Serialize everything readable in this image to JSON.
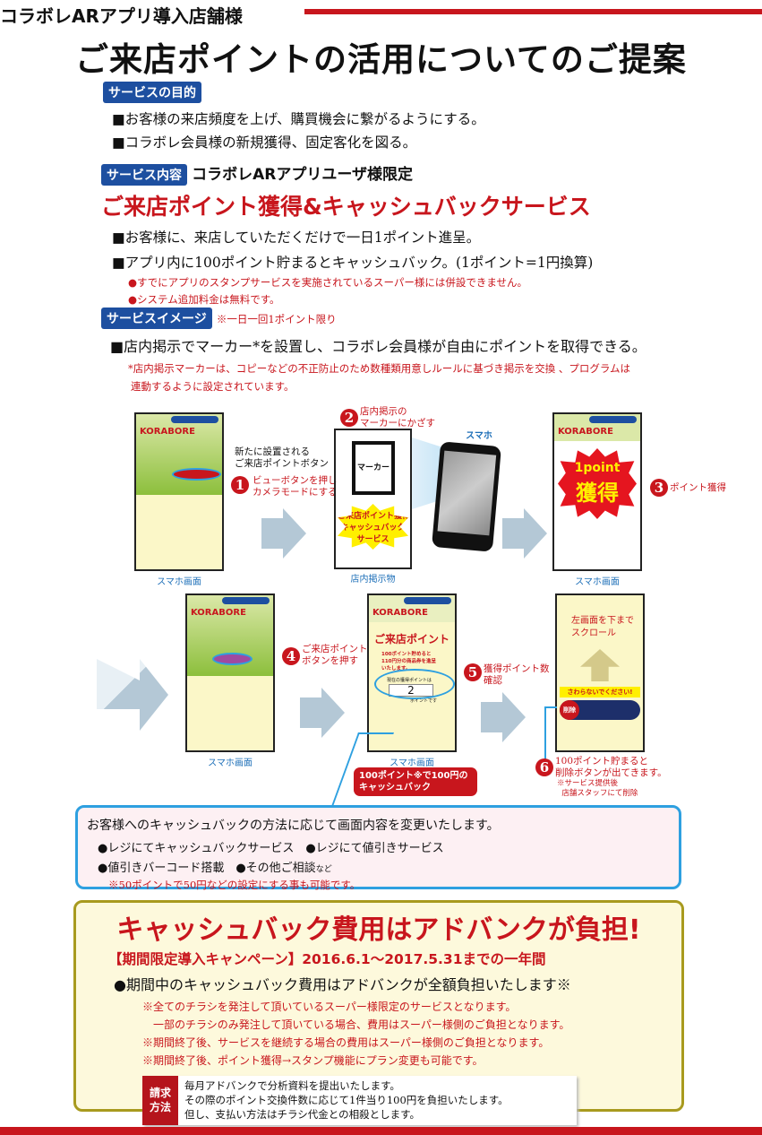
{
  "header": {
    "subtitle": "コラボレARアプリ導入店舗様",
    "title": "ご来店ポイントの活用についてのご提案"
  },
  "purpose": {
    "tag": "サービスの目的",
    "items": [
      "■お客様の来店頻度を上げ、購買機会に繋がるようにする。",
      "■コラボレ会員様の新規獲得、固定客化を図る。"
    ]
  },
  "content": {
    "tag": "サービス内容",
    "tag_text": "コラボレARアプリユーザ様限定",
    "service_title": "ご来店ポイント獲得&キャッシュバックサービス",
    "items": [
      "■お客様に、来店していただくだけで一日1ポイント進呈。",
      "■アプリ内に100ポイント貯まるとキャッシュバック。(1ポイント=1円換算)"
    ],
    "notes": [
      "●すでにアプリのスタンプサービスを実施されているスーパー様には併設できません。",
      "●システム追加料金は無料です。"
    ]
  },
  "image": {
    "tag": "サービスイメージ",
    "tag_note": "※一日一回1ポイント限り",
    "item": "■店内掲示でマーカー*を設置し、コラボレ会員様が自由にポイントを取得できる。",
    "note1": "*店内掲示マーカーは、コピーなどの不正防止のため数種類用意しルールに基づき掲示を交換 、プログラムは",
    "note2": "連動するように設定されています。"
  },
  "diagram": {
    "phone_logo": "KORABORE",
    "phone_caption": "スマホ画面",
    "poster_caption": "店内掲示物",
    "smartphone_label": "スマホ",
    "new_button_label": "新たに設置される\nご来店ポイントボタン",
    "step1": {
      "num": "1",
      "text": "ビューボタンを押し\nカメラモードにする"
    },
    "step2": {
      "num": "2",
      "text": "店内掲示の\nマーカーにかざす"
    },
    "step3": {
      "num": "3",
      "text": "ポイント獲得"
    },
    "step4": {
      "num": "4",
      "text": "ご来店ポイント\nボタンを押す"
    },
    "step5": {
      "num": "5",
      "text": "獲得ポイント数\n確認"
    },
    "step6": {
      "num": "6",
      "text": "100ポイント貯まると\n削除ボタンが出てきます。",
      "note": "※サービス提供後\n  店舗スタッフにて削除"
    },
    "marker": "マーカー",
    "poster_burst": "ご来店ポイント獲得\nキャッシュバック\nサービス",
    "point_burst_1": "1point",
    "point_burst_2": "獲得",
    "points_screen": {
      "title": "ご来店ポイント",
      "desc": "100ポイント貯めると\n110円分の商品券を進呈\nいたします。",
      "label": "現在の獲得ポイントは",
      "value": "2",
      "suffix": "ポイントです"
    },
    "scroll_text": "左画面を下まで\nスクロール",
    "warning": "さわらないでください!",
    "delete_label": "削除",
    "cashback_badge": "100ポイント※で100円の\nキャッシュバック"
  },
  "pinkbox": {
    "lead": "お客様へのキャッシュバックの方法に応じて画面内容を変更いたします。",
    "row1": "●レジにてキャッシュバックサービス　●レジにて値引きサービス",
    "row2a": "●値引きバーコード搭載　●その他ご相談",
    "row2b": "など",
    "note": "※50ポイントで50円などの設定にする事も可能です。"
  },
  "yellowbox": {
    "title": "キャッシュバック費用はアドバンクが負担!",
    "campaign": "【期間限定導入キャンペーン】2016.6.1〜2017.5.31までの一年間",
    "main": "●期間中のキャッシュバック費用はアドバンクが全額負担いたします※",
    "notes": [
      "※全てのチラシを発注して頂いているスーパー様限定のサービスとなります。",
      "　一部のチラシのみ発注して頂いている場合、費用はスーパー様側のご負担となります。",
      "※期間終了後、サービスを継続する場合の費用はスーパー様側のご負担となります。",
      "※期間終了後、ポイント獲得→スタンプ機能にプラン変更も可能です。"
    ],
    "billing_tag": "請求\n方法",
    "billing": [
      "毎月アドバンクで分析資料を提出いたします。",
      "その際のポイント交換件数に応じて1件当り100円を負担いたします。",
      "但し、支払い方法はチラシ代金との相殺とします。"
    ]
  }
}
